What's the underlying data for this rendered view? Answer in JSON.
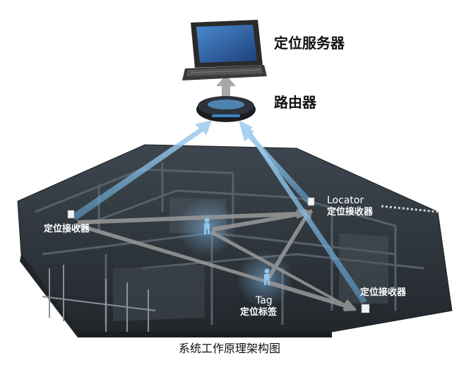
{
  "labels": {
    "server": "定位服务器",
    "router": "路由器",
    "receiver_left": "定位接收器",
    "locator_en": "Locator",
    "receiver_right_top": "定位接收器",
    "receiver_right_bottom": "定位接收器",
    "tag_en": "Tag",
    "tag_cn": "定位标签"
  },
  "caption": "系统工作原理架构图",
  "colors": {
    "blue_arrow": "#7fb8dd",
    "gray_arrow": "#9a9a9a",
    "building_dark": "#2b3036",
    "building_mid": "#3c444c",
    "text_white": "#ffffff"
  },
  "icons": [
    "laptop-icon",
    "router-icon",
    "receiver-icon",
    "person-icon"
  ]
}
